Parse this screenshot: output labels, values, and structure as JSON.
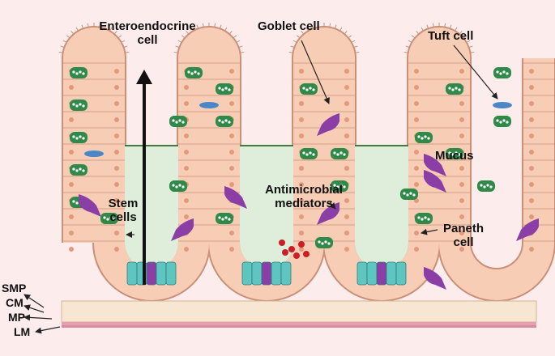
{
  "labels": {
    "enteroendocrine": "Enteroendocrine\ncell",
    "goblet": "Goblet cell",
    "tuft": "Tuft cell",
    "mucus": "Mucus",
    "stem": "Stem\ncells",
    "antimicrobial": "Antimicrobial\nmediators",
    "paneth": "Paneth\ncell",
    "smp": "SMP",
    "cm": "CM",
    "mp": "MP",
    "lm": "LM"
  },
  "colors": {
    "background": "#fcecec",
    "epithelium": "#f8cdb6",
    "cell_border": "#c99078",
    "nucleus": "#e49a7a",
    "lumen": "#dfeedb",
    "mucus_line": "#3f7a3f",
    "goblet": "#2f8a4a",
    "goblet_dots": "#ffffff",
    "enteroendocrine": "#8a3ea6",
    "stem": "#5ec5c0",
    "paneth_granules": "#c91f25",
    "tuft": "#4a86c8",
    "submucosa": "#f7e6d2",
    "muscle": "#e6a0b2",
    "text": "#111111"
  }
}
